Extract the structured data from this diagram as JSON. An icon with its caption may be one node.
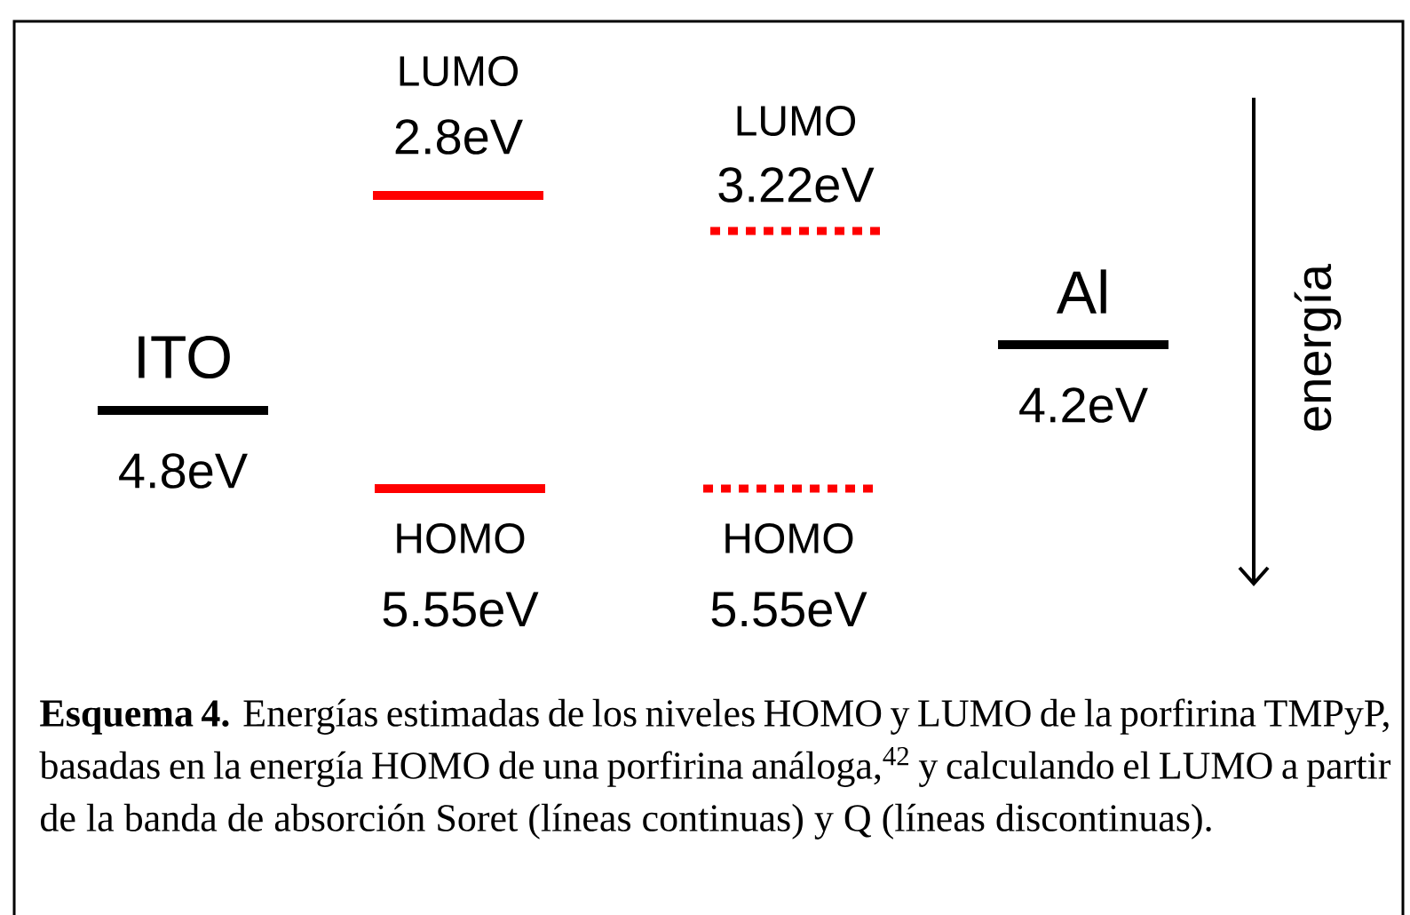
{
  "diagram": {
    "caption": "**Esquema 4.** Energías estimadas de los niveles HOMO y LUMO de la porfirina TMPyP, basadas en la energía HOMO de una porfirina análoga,$^{42}$ y calculando el LUMO a partir de la banda de absorción Soret (líneas continuas) y Q (líneas discontinuas).",
    "nodes": [
      {
        "text": [
          "ITO",
          "4.8eV"
        ]
      },
      {
        "text": [
          "LUMO",
          "2.8eV"
        ]
      },
      {
        "text": [
          "HOMO",
          "5.55eV"
        ]
      },
      {
        "text": [
          "LUMO",
          "3.22eV"
        ]
      },
      {
        "text": [
          "HOMO",
          "5.55eV"
        ]
      },
      {
        "text": [
          "Al",
          "4.2eV"
        ]
      }
    ],
    "edges": [],
    "labels": [
      "energía"
    ]
  }
}
